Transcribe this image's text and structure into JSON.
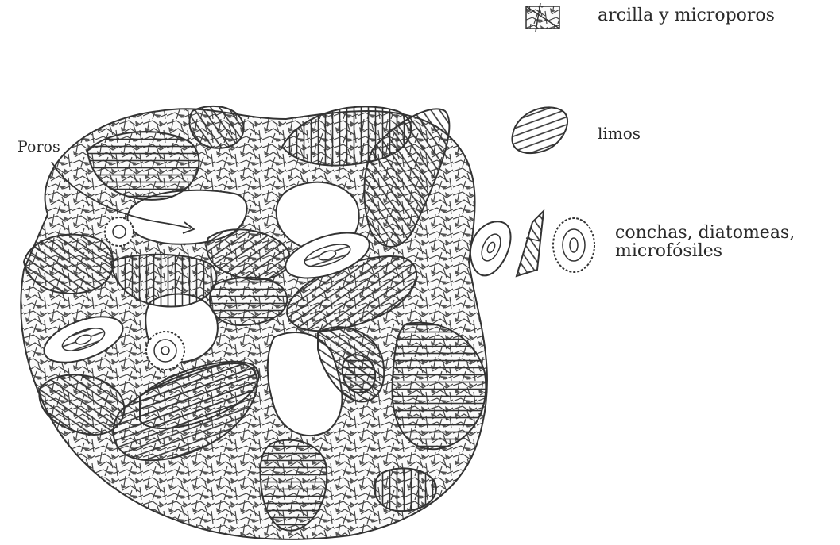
{
  "labels": {
    "poros": "Poros",
    "arcilla": "arcilla y microporos",
    "limos": "limos",
    "conchas_line1": "conchas, diatomeas,",
    "conchas_line2": "microfósiles"
  }
}
